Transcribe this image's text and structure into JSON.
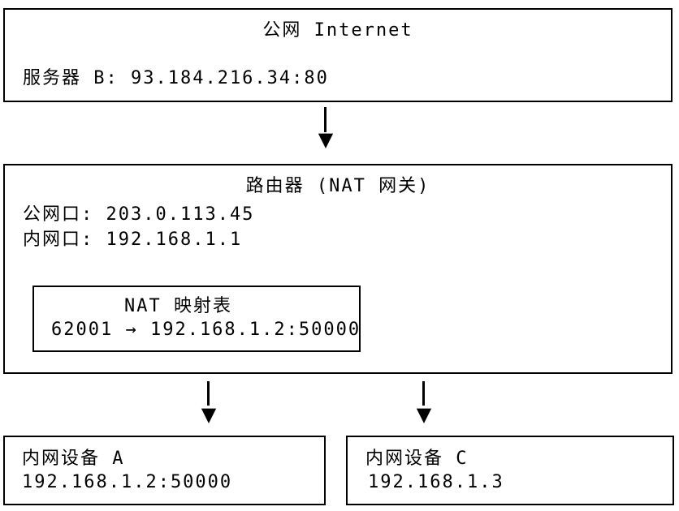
{
  "page": {
    "background": "#ffffff",
    "foreground": "#000000"
  },
  "icons": {
    "down_arrow": "▼"
  },
  "diagram": {
    "internet_box": {
      "title": "公网 Internet",
      "server_line": "服务器 B: 93.184.216.34:80"
    },
    "router_box": {
      "title": "路由器 (NAT 网关)",
      "wan_line": "公网口: 203.0.113.45",
      "lan_line": "内网口: 192.168.1.1",
      "nat_table": {
        "title": "NAT 映射表",
        "mapping": "62001 → 192.168.1.2:50000"
      }
    },
    "device_a_box": {
      "name": "内网设备 A",
      "address": "192.168.1.2:50000"
    },
    "device_c_box": {
      "name": "内网设备 C",
      "address": "192.168.1.3"
    }
  }
}
